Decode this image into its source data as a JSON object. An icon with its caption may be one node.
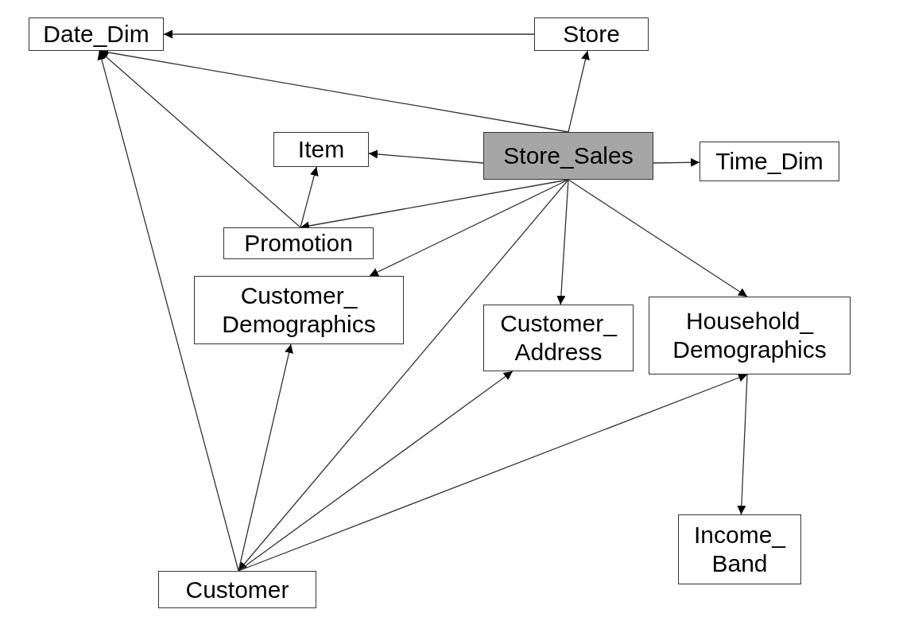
{
  "diagram": {
    "nodes": [
      {
        "text": [
          "Date_Dim"
        ]
      },
      {
        "text": [
          "Store"
        ]
      },
      {
        "text": [
          "Item"
        ]
      },
      {
        "text": [
          "Store_Sales"
        ]
      },
      {
        "text": [
          "Time_Dim"
        ]
      },
      {
        "text": [
          "Promotion"
        ]
      },
      {
        "text": [
          "Customer_ Demographics"
        ]
      },
      {
        "text": [
          "Customer_ Address"
        ]
      },
      {
        "text": [
          "Household_ Demographics"
        ]
      },
      {
        "text": [
          "Income_ Band"
        ]
      },
      {
        "text": [
          "Customer"
        ]
      }
    ],
    "edges": [
      {
        "from": 1,
        "to": 0,
        "arrow": "to"
      },
      {
        "from": 3,
        "to": 0,
        "arrow": "to"
      },
      {
        "from": 3,
        "to": 1,
        "arrow": "to"
      },
      {
        "from": 3,
        "to": 2,
        "arrow": "to"
      },
      {
        "from": 3,
        "to": 4,
        "arrow": "to"
      },
      {
        "from": 3,
        "to": 5,
        "arrow": "to"
      },
      {
        "from": 5,
        "to": 2,
        "arrow": "to"
      },
      {
        "from": 5,
        "to": 0,
        "arrow": "to"
      },
      {
        "from": 3,
        "to": 6,
        "arrow": "to"
      },
      {
        "from": 3,
        "to": 7,
        "arrow": "to"
      },
      {
        "from": 3,
        "to": 8,
        "arrow": "to"
      },
      {
        "from": 3,
        "to": 10,
        "arrow": "to"
      },
      {
        "from": 10,
        "to": 0,
        "arrow": "to"
      },
      {
        "from": 10,
        "to": 6,
        "arrow": "to"
      },
      {
        "from": 10,
        "to": 7,
        "arrow": "to"
      },
      {
        "from": 10,
        "to": 8,
        "arrow": "to"
      },
      {
        "from": 8,
        "to": 9,
        "arrow": "to"
      }
    ]
  }
}
